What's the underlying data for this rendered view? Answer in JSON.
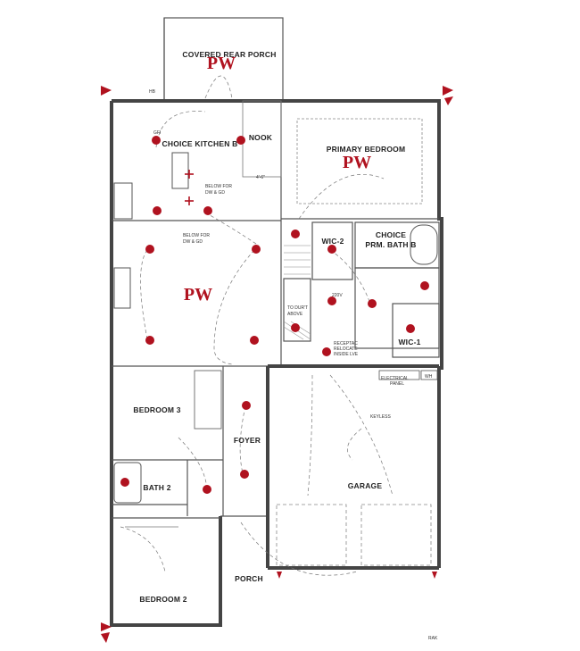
{
  "colors": {
    "accent": "#b0121f",
    "wall": "#444444",
    "line": "#777777"
  },
  "rooms": {
    "covered_rear_porch": "COVERED REAR PORCH",
    "kitchen": "CHOICE KITCHEN B",
    "nook": "NOOK",
    "primary_bedroom": "PRIMARY BEDROOM",
    "wic2": "WIC-2",
    "prm_bath_line1": "CHOICE",
    "prm_bath_line2": "PRM. BATH B",
    "wic1": "WIC-1",
    "bedroom3": "BEDROOM 3",
    "foyer": "FOYER",
    "garage": "GARAGE",
    "bath2": "BATH 2",
    "porch": "PORCH",
    "bedroom2": "BEDROOM 2"
  },
  "marks": {
    "pw": "PW"
  },
  "notes": {
    "below_dw_1": "BELOW FOR",
    "below_dw_2": "DW & GD",
    "below_dw_3": "BELOW FOR",
    "below_dw_4": "DW & GD",
    "to_dur_1": "TO DUR'T",
    "to_dur_2": "ABOVE",
    "receptac_1": "RECEPTAC",
    "receptac_2": "RELOCATE",
    "receptac_3": "INSIDE LVE",
    "keyless": "KEYLESS",
    "electrical_1": "ELECTRICAL",
    "electrical_2": "PANEL",
    "wh": "WH",
    "hb": "HB",
    "gfi": "GFI",
    "dim": "4'-6\"",
    "v220": "220V",
    "bottom": "RAK"
  }
}
